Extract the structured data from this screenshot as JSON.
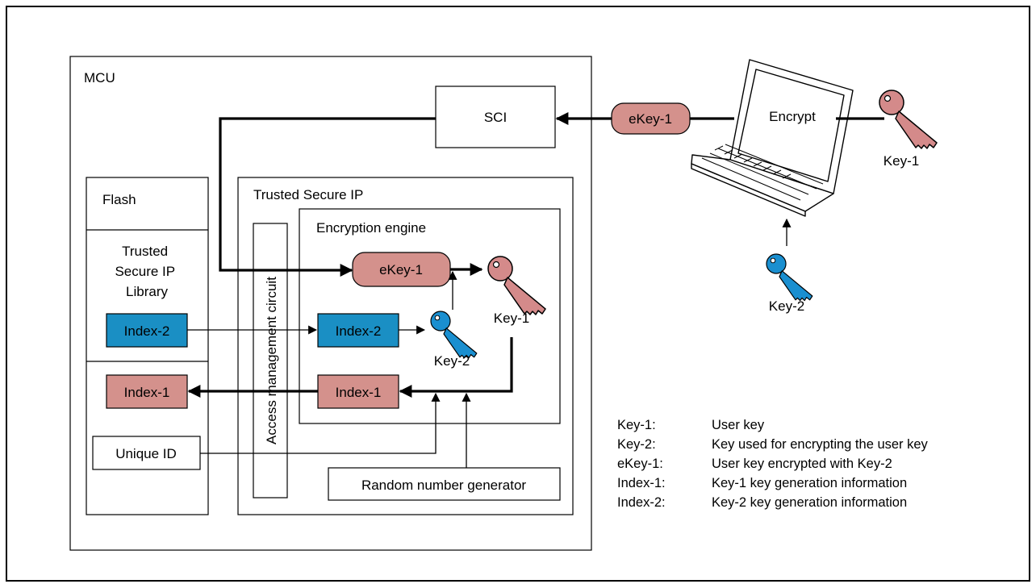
{
  "mcu": {
    "label": "MCU"
  },
  "sci": {
    "label": "SCI"
  },
  "flash": {
    "label": "Flash",
    "library_label_lines": [
      "Trusted",
      "Secure IP",
      "Library"
    ]
  },
  "trusted_secure_ip": {
    "label": "Trusted Secure IP"
  },
  "access_management": {
    "label": "Access management circuit"
  },
  "encryption_engine": {
    "label": "Encryption engine"
  },
  "boxes": {
    "ekey1_inner": "eKey-1",
    "ekey1_outer": "eKey-1",
    "index2_flash": "Index-2",
    "index2_engine": "Index-2",
    "index1_flash": "Index-1",
    "index1_engine": "Index-1",
    "unique_id": "Unique ID",
    "rng": "Random number generator",
    "encrypt": "Encrypt"
  },
  "keys": {
    "key1_engine": "Key-1",
    "key2_engine": "Key-2",
    "key1_pc": "Key-1",
    "key2_pc": "Key-2"
  },
  "legend": [
    {
      "term": "Key-1:",
      "desc": "User key"
    },
    {
      "term": "Key-2:",
      "desc": "Key used for encrypting the user key"
    },
    {
      "term": "eKey-1:",
      "desc": "User key encrypted with Key-2"
    },
    {
      "term": "Index-1:",
      "desc": "Key-1 key generation information"
    },
    {
      "term": "Index-2:",
      "desc": "Key-2 key generation information"
    }
  ],
  "colors": {
    "key1_fill": "#d48a8a",
    "key2_fill": "#1a8fd0",
    "index2_fill": "#1a8fc4",
    "index1_fill": "#d4918c",
    "ekey_fill": "#d4918c",
    "line": "#000000"
  }
}
